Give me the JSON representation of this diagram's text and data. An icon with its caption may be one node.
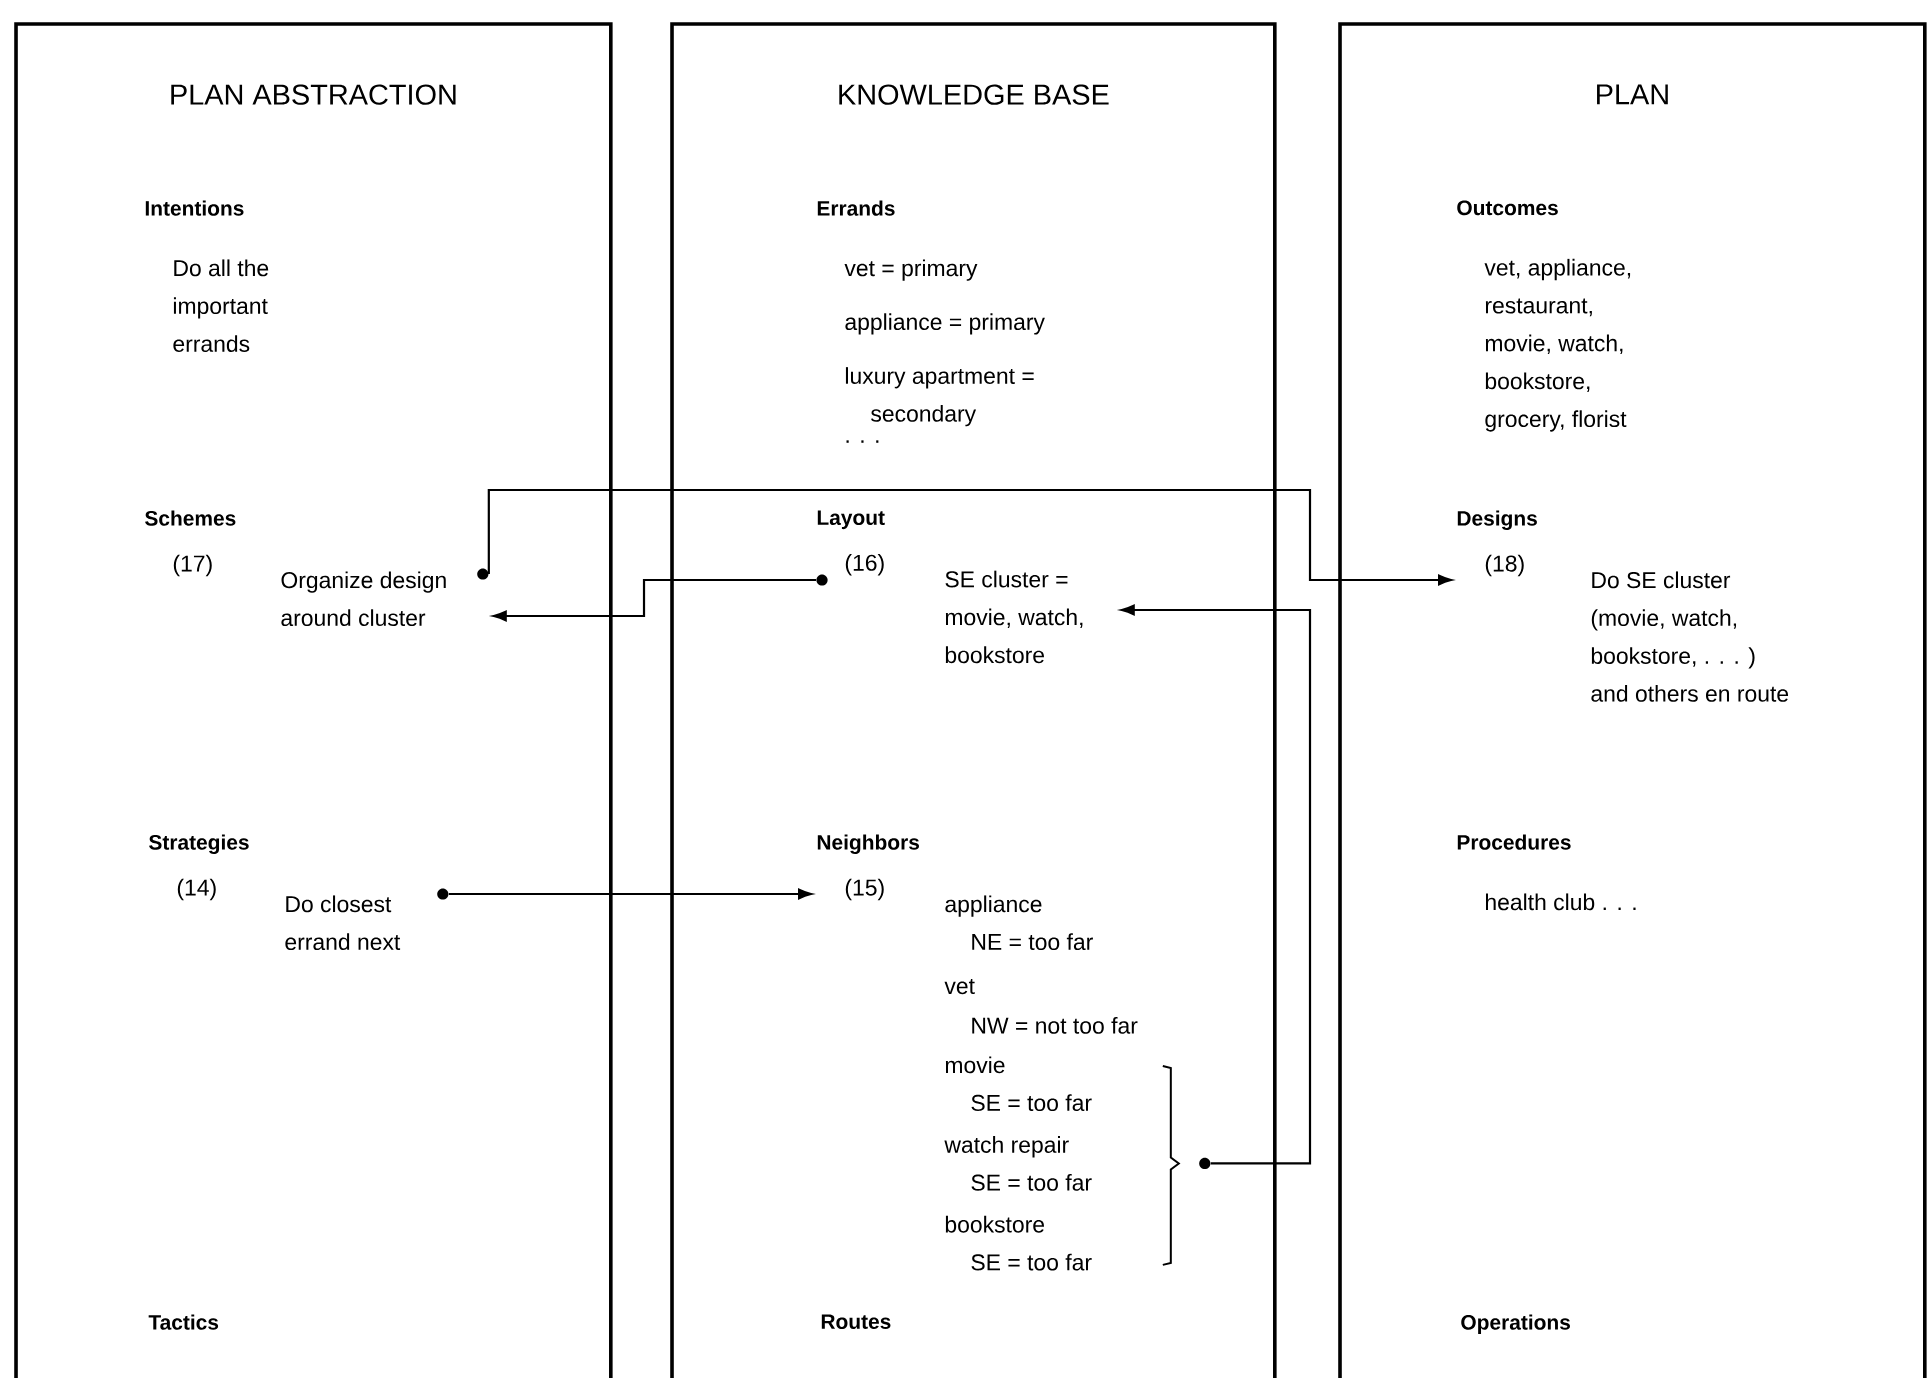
{
  "diagram": {
    "nodes": [
      {
        "text": [
          "PLAN ABSTRACTION"
        ]
      },
      {
        "text": [
          "Intentions",
          "Do all the important errands"
        ],
        "in": 0
      },
      {
        "text": [
          "Schemes",
          "(17)",
          "Organize design around cluster"
        ],
        "in": 0
      },
      {
        "text": [
          "Strategies",
          "(14)",
          "Do closest errand next"
        ],
        "in": 0
      },
      {
        "text": [
          "Tactics"
        ],
        "in": 0
      },
      {
        "text": [
          "KNOWLEDGE BASE"
        ]
      },
      {
        "text": [
          "Errands",
          "vet = primary",
          "appliance = primary",
          "luxury apartment = secondary",
          ". . ."
        ],
        "in": 5
      },
      {
        "text": [
          "Layout",
          "(16)",
          "SE cluster = movie, watch, bookstore"
        ],
        "in": 5
      },
      {
        "text": [
          "Neighbors",
          "(15)",
          "appliance",
          "NE = too far",
          "vet",
          "NW = not too far"
        ],
        "in": 5
      },
      {
        "text": [
          "movie",
          "SE = too far",
          "watch repair",
          "SE = too far",
          "bookstore",
          "SE = too far"
        ],
        "in": 5
      },
      {
        "text": [
          "Routes"
        ],
        "in": 5
      },
      {
        "text": [
          "PLAN"
        ]
      },
      {
        "text": [
          "Outcomes",
          "vet, appliance, restaurant, movie, watch, bookstore, grocery, florist"
        ],
        "in": 11
      },
      {
        "text": [
          "Designs",
          "(18)",
          "Do SE cluster (movie, watch, bookstore, . . . ) and others en route"
        ],
        "in": 11
      },
      {
        "text": [
          "Procedures",
          "health club . . ."
        ],
        "in": 11
      },
      {
        "text": [
          "Operations"
        ],
        "in": 11
      }
    ],
    "edges": [
      {
        "from": 7,
        "to": 2,
        "arrow": "to"
      },
      {
        "from": 2,
        "to": 13,
        "arrow": "to"
      },
      {
        "from": 3,
        "to": 8,
        "arrow": "to"
      },
      {
        "from": 9,
        "to": 7,
        "arrow": "to"
      }
    ]
  }
}
